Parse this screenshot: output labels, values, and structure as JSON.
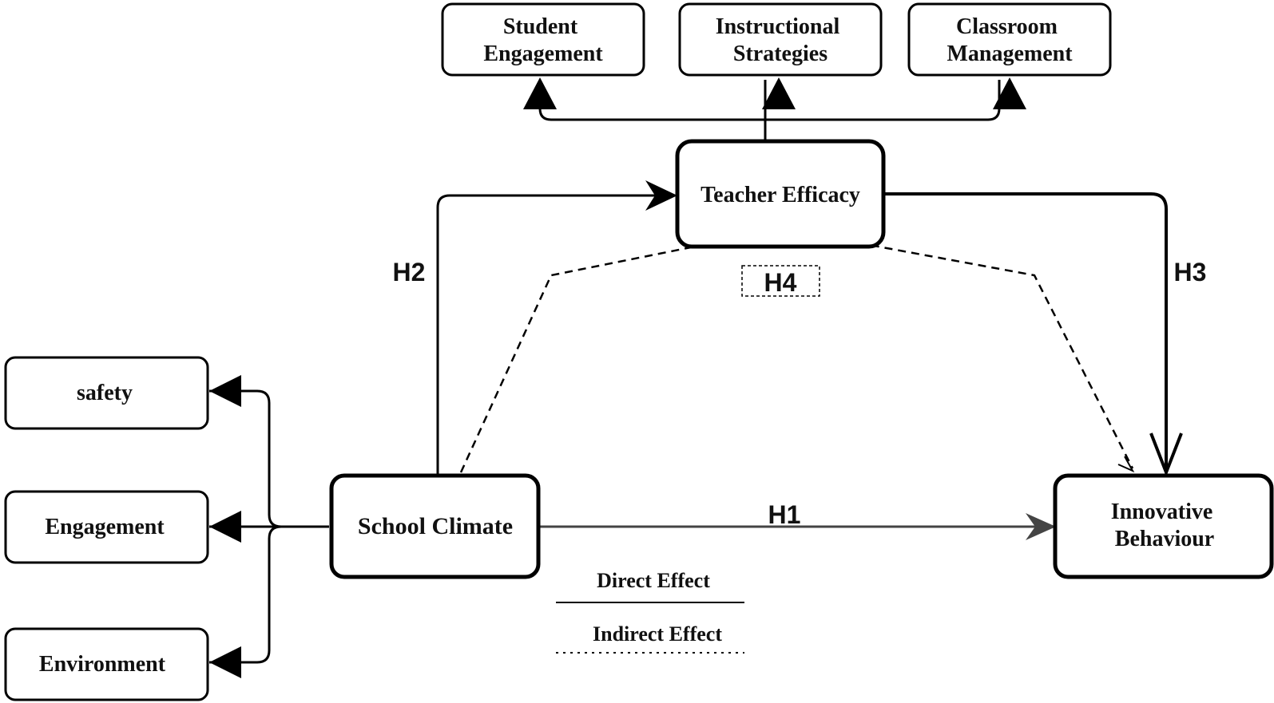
{
  "nodes": {
    "student_engagement": [
      "Student",
      "Engagement"
    ],
    "instructional_strategies": [
      "Instructional",
      "Strategies"
    ],
    "classroom_management": [
      "Classroom",
      "Management"
    ],
    "teacher_efficacy": [
      "Teacher Efficacy"
    ],
    "school_climate": [
      "School Climate"
    ],
    "innovative_behaviour": [
      "Innovative",
      "Behaviour"
    ],
    "safety": [
      "safety"
    ],
    "engagement": [
      "Engagement"
    ],
    "environment": [
      "Environment"
    ]
  },
  "hypotheses": {
    "h1": "H1",
    "h2": "H2",
    "h3": "H3",
    "h4": "H4"
  },
  "legend": {
    "direct": "Direct Effect",
    "indirect": "Indirect Effect"
  }
}
